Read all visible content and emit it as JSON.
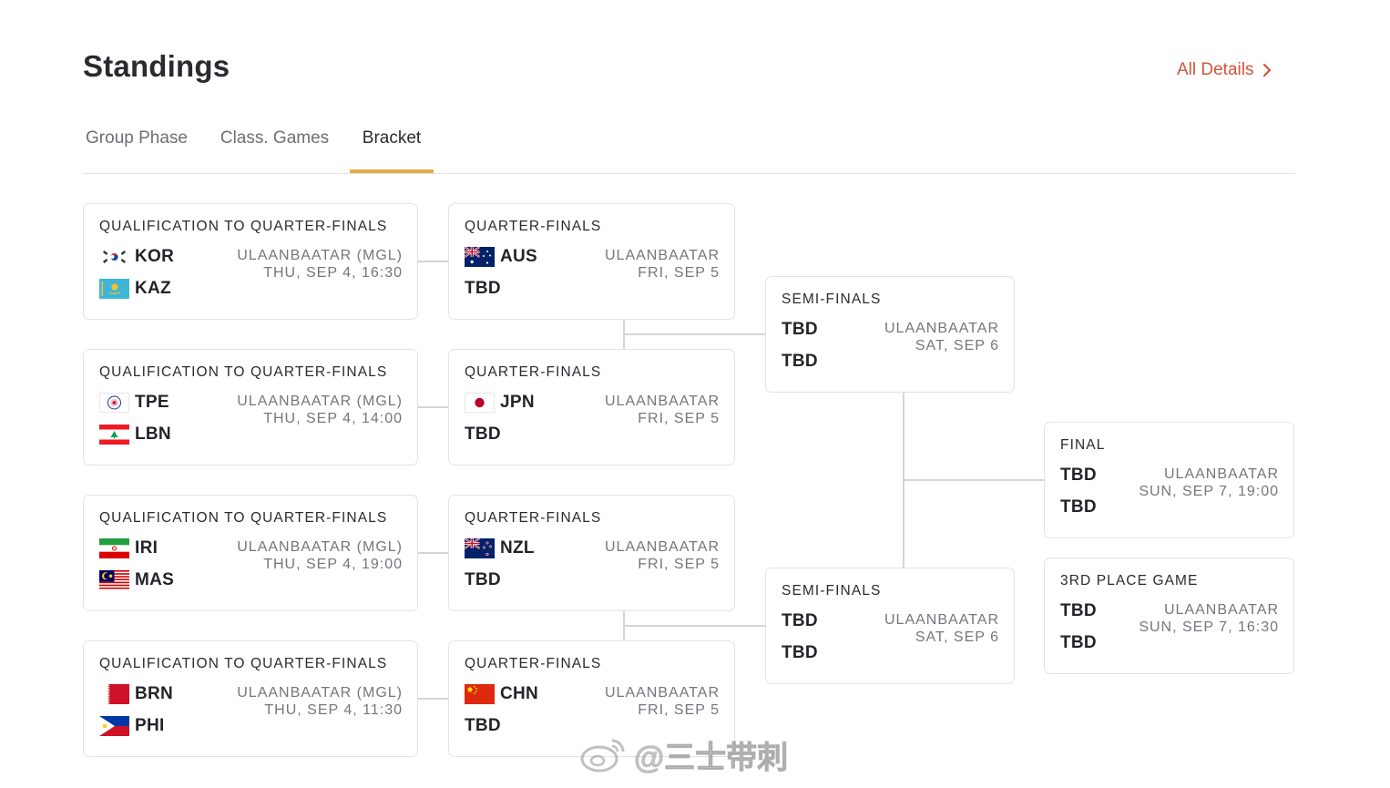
{
  "header": {
    "title": "Standings",
    "all_details_label": "All Details"
  },
  "tabs": [
    {
      "label": "Group Phase",
      "active": false
    },
    {
      "label": "Class. Games",
      "active": false
    },
    {
      "label": "Bracket",
      "active": true
    }
  ],
  "colors": {
    "accent": "#d4533c",
    "tab_underline": "#e6ac46",
    "connector": "#d4d5d9"
  },
  "bracket": {
    "qualification": [
      {
        "round": "QUALIFICATION TO QUARTER-FINALS",
        "team1": {
          "code": "KOR",
          "flag": "korea-flag-icon"
        },
        "team2": {
          "code": "KAZ",
          "flag": "kazakhstan-flag-icon"
        },
        "venue": "ULAANBAATAR (MGL)",
        "datetime": "THU, SEP 4, 16:30"
      },
      {
        "round": "QUALIFICATION TO QUARTER-FINALS",
        "team1": {
          "code": "TPE",
          "flag": "chinese-taipei-flag-icon"
        },
        "team2": {
          "code": "LBN",
          "flag": "lebanon-flag-icon"
        },
        "venue": "ULAANBAATAR (MGL)",
        "datetime": "THU, SEP 4, 14:00"
      },
      {
        "round": "QUALIFICATION TO QUARTER-FINALS",
        "team1": {
          "code": "IRI",
          "flag": "iran-flag-icon"
        },
        "team2": {
          "code": "MAS",
          "flag": "malaysia-flag-icon"
        },
        "venue": "ULAANBAATAR (MGL)",
        "datetime": "THU, SEP 4, 19:00"
      },
      {
        "round": "QUALIFICATION TO QUARTER-FINALS",
        "team1": {
          "code": "BRN",
          "flag": "bahrain-flag-icon"
        },
        "team2": {
          "code": "PHI",
          "flag": "philippines-flag-icon"
        },
        "venue": "ULAANBAATAR (MGL)",
        "datetime": "THU, SEP 4, 11:30"
      }
    ],
    "quarter_finals": [
      {
        "round": "QUARTER-FINALS",
        "team1": {
          "code": "AUS",
          "flag": "australia-flag-icon"
        },
        "team2": {
          "code": "TBD"
        },
        "venue": "ULAANBAATAR",
        "datetime": "FRI, SEP 5"
      },
      {
        "round": "QUARTER-FINALS",
        "team1": {
          "code": "JPN",
          "flag": "japan-flag-icon"
        },
        "team2": {
          "code": "TBD"
        },
        "venue": "ULAANBAATAR",
        "datetime": "FRI, SEP 5"
      },
      {
        "round": "QUARTER-FINALS",
        "team1": {
          "code": "NZL",
          "flag": "new-zealand-flag-icon"
        },
        "team2": {
          "code": "TBD"
        },
        "venue": "ULAANBAATAR",
        "datetime": "FRI, SEP 5"
      },
      {
        "round": "QUARTER-FINALS",
        "team1": {
          "code": "CHN",
          "flag": "china-flag-icon"
        },
        "team2": {
          "code": "TBD"
        },
        "venue": "ULAANBAATAR",
        "datetime": "FRI, SEP 5"
      }
    ],
    "semi_finals": [
      {
        "round": "SEMI-FINALS",
        "team1": {
          "code": "TBD"
        },
        "team2": {
          "code": "TBD"
        },
        "venue": "ULAANBAATAR",
        "datetime": "SAT, SEP 6"
      },
      {
        "round": "SEMI-FINALS",
        "team1": {
          "code": "TBD"
        },
        "team2": {
          "code": "TBD"
        },
        "venue": "ULAANBAATAR",
        "datetime": "SAT, SEP 6"
      }
    ],
    "final": {
      "round": "FINAL",
      "team1": {
        "code": "TBD"
      },
      "team2": {
        "code": "TBD"
      },
      "venue": "ULAANBAATAR",
      "datetime": "SUN, SEP 7, 19:00"
    },
    "third_place": {
      "round": "3RD PLACE GAME",
      "team1": {
        "code": "TBD"
      },
      "team2": {
        "code": "TBD"
      },
      "venue": "ULAANBAATAR",
      "datetime": "SUN, SEP 7, 16:30"
    }
  },
  "watermark": {
    "text": "@三士带刺",
    "icon": "weibo-logo-icon"
  }
}
